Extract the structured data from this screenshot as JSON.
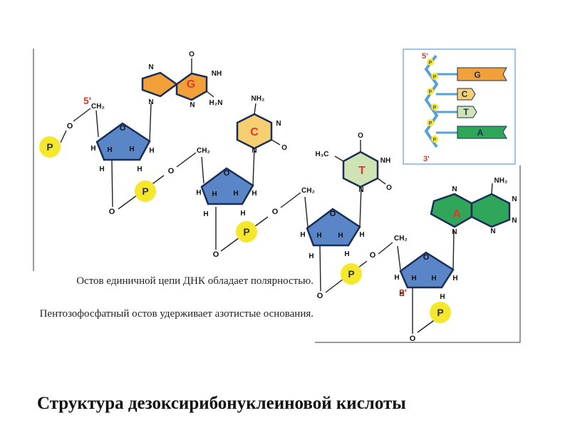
{
  "title": "Структура дезоксирибонуклеиновой кислоты",
  "caption": {
    "line1": "Остов единичной цепи ДНК обладает полярностью.",
    "line2": "Пентозофосфатный остов удерживает азотистые основания."
  },
  "labels": {
    "phosphate": "P",
    "oxygen": "O",
    "hydrogen": "H",
    "ch2": "CH₂",
    "five_prime": "5'",
    "three_prime": "3'",
    "nh": "NH",
    "nh2": "NH₂",
    "h2n": "H₂N",
    "n": "N",
    "h3c": "H₃C"
  },
  "bases": [
    {
      "letter": "G",
      "color": "#f2a03a"
    },
    {
      "letter": "C",
      "color": "#f6cf72"
    },
    {
      "letter": "T",
      "color": "#cfe3b4"
    },
    {
      "letter": "A",
      "color": "#2fa65a"
    }
  ],
  "colors": {
    "sugar": "#5a86c8",
    "phosphate": "#f5e82c",
    "base_letter": "#e23a2a",
    "prime_label": "#d43a2a",
    "inset_border": "#7fb2d8",
    "inset_strand": "#5aa0d0"
  },
  "inset": {
    "five_prime": "5'",
    "three_prime": "3'",
    "phosphate": "P",
    "bases": [
      {
        "letter": "G",
        "color": "#f2a03a"
      },
      {
        "letter": "C",
        "color": "#f6cf72"
      },
      {
        "letter": "T",
        "color": "#cfe3b4"
      },
      {
        "letter": "A",
        "color": "#2fa65a"
      }
    ]
  }
}
